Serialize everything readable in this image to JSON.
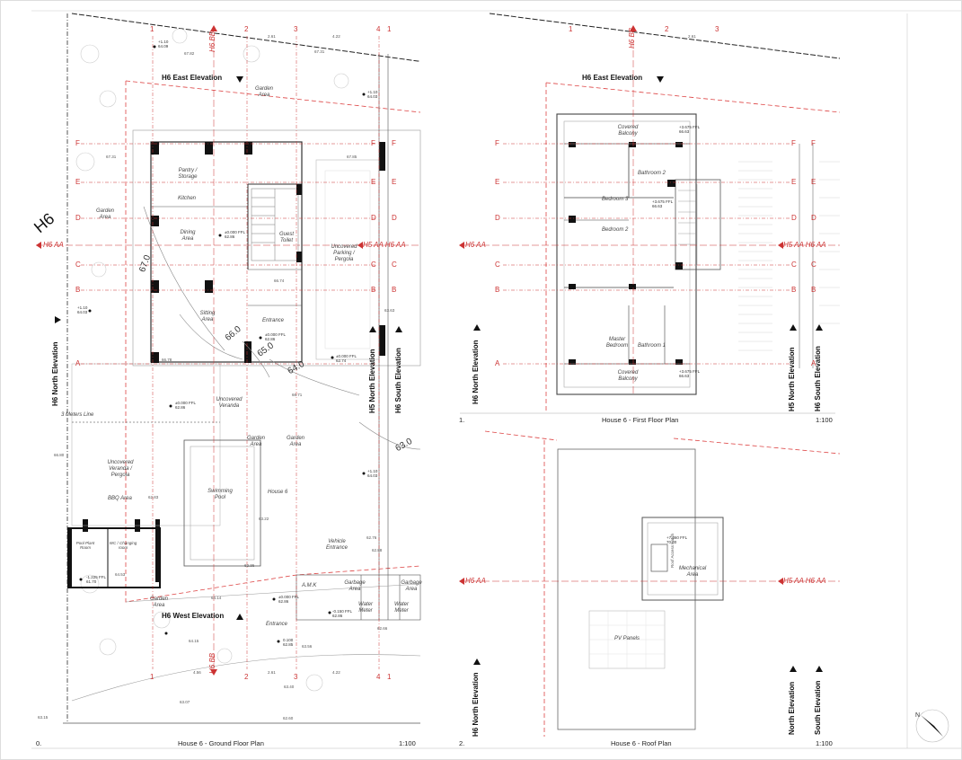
{
  "sheet": {
    "gf": {
      "caption": "House 6 - Ground Floor Plan",
      "number": "0.",
      "scale": "1:100",
      "top_elev": "H6 East Elevation",
      "bottom_elev": "H6 West Elevation",
      "left_elev": "H6 North Elevation",
      "mid_elev_1": "H5 North Elevation",
      "mid_elev_2": "H6 South Elevation",
      "section_bb": "H6 BB",
      "section_aa_left": "H6 AA",
      "section_aa_right": "H5 AA H6 AA",
      "rooms": {
        "pantry": "Pantry / Storage",
        "kitchen": "Kitchen",
        "dining": "Dining Area",
        "guest_toilet": "Guest Toilet",
        "sitting": "Sitting Area",
        "entrance": "Entrance",
        "uncovered_parking": "Uncovered Parking / Pergola",
        "garden_top": "Garden Area",
        "garden_left": "Garden Area",
        "uncovered_veranda": "Uncovered Veranda",
        "garden_mid1": "Garden Area",
        "garden_mid2": "Garden Area",
        "veranda_pergola": "Uncovered Veranda / Pergola",
        "bbq": "BBQ Area",
        "pool": "Swimming Pool",
        "house6": "House 6",
        "vehicle_entrance": "Vehicle Entrance",
        "pool_plant": "Pool Plant Room",
        "wc": "WC / Changing room",
        "garden_bottom": "Garden Area",
        "amk": "A.M.K",
        "garbage": "Garbage Area",
        "garbage2": "Garbage Area",
        "water_meter": "Water Meter",
        "water_meter2": "Water Meter",
        "entrance2": "Entrance",
        "three_m": "3 Meters Line"
      },
      "levels": {
        "ffl_inside": "±0.000 FFL 62.86",
        "ffl_entrance": "±0.000 FFL 62.86",
        "ffl_right": "±0.000 FFL 62.74",
        "veranda": "±0.000 FFL 62.86",
        "pool_room": "-1.225 FFL 61.70",
        "bottom": "±0.000 FFL 62.86",
        "bottom2": "-0.150 FFL 62.86",
        "top_pt": "+1.10 64.09",
        "left_pt": "+1.10 64.03",
        "r_pt": "+1.10 64.03",
        "bl_pt": "+1.10 64.03",
        "low_pt": "0.100 62.85"
      },
      "contours": [
        "67.0",
        "66.0",
        "65.0",
        "64.0",
        "63.0"
      ],
      "spots": [
        "67.82",
        "67.31",
        "67.31",
        "67.85",
        "63.63",
        "66.74",
        "66.71",
        "66.80",
        "62.83",
        "63.22",
        "62.36",
        "64.14",
        "64.15",
        "62.66",
        "62.76",
        "62.88",
        "63.56",
        "63.40",
        "63.07",
        "63.15",
        "62.60",
        "64.53",
        "66.78",
        "63.22"
      ]
    },
    "ff": {
      "caption": "House 6 - First Floor Plan",
      "number": "1.",
      "scale": "1:100",
      "top_elev": "H6 East Elevation",
      "left_elev": "H6 North Elevation",
      "right_elev_1": "H5 North Elevation",
      "right_elev_2": "H6 South Elevation",
      "section_bb": "H6 BB",
      "section_aa_left": "H6 AA",
      "section_aa_right": "H5 AA H6 AA",
      "rooms": {
        "balcony_top": "Covered Balcony",
        "bathroom2": "Bathroom 2",
        "bedroom3": "Bedroom 3",
        "bedroom2": "Bedroom 2",
        "master": "Master Bedroom",
        "bathroom1": "Bathroom 1",
        "balcony_bottom": "Covered Balcony"
      },
      "levels": {
        "balcony_top": "+3.675 FFL 66.63",
        "middle": "+3.675 FFL 66.63",
        "balcony_bottom": "+3.675 FFL 66.63"
      }
    },
    "roof": {
      "caption": "House 6 - Roof Plan",
      "number": "2.",
      "scale": "1:100",
      "left_elev": "H6 North Elevation",
      "right_elev_1": "North Elevation",
      "right_elev_2": "South Elevation",
      "section_aa_left": "H6 AA",
      "section_aa_right": "H5 AA H6 AA",
      "rooms": {
        "mechanical": "Mechanical Area",
        "pv": "PV Panels",
        "roof_access": "Roof Access Hatch"
      },
      "levels": {
        "roof": "+7.360 FFL 70.30"
      }
    },
    "grid_rows": [
      "F",
      "E",
      "D",
      "C",
      "B",
      "A"
    ],
    "grid_cols": [
      "1",
      "2",
      "3",
      "4",
      "1"
    ],
    "dims_cols": [
      "4.56",
      "2.61",
      "4.22",
      "2.61"
    ],
    "stamp": "H6",
    "north": "N",
    "colors": {
      "grid_red": "#cc3333",
      "line": "#555555",
      "wall": "#111111"
    }
  }
}
